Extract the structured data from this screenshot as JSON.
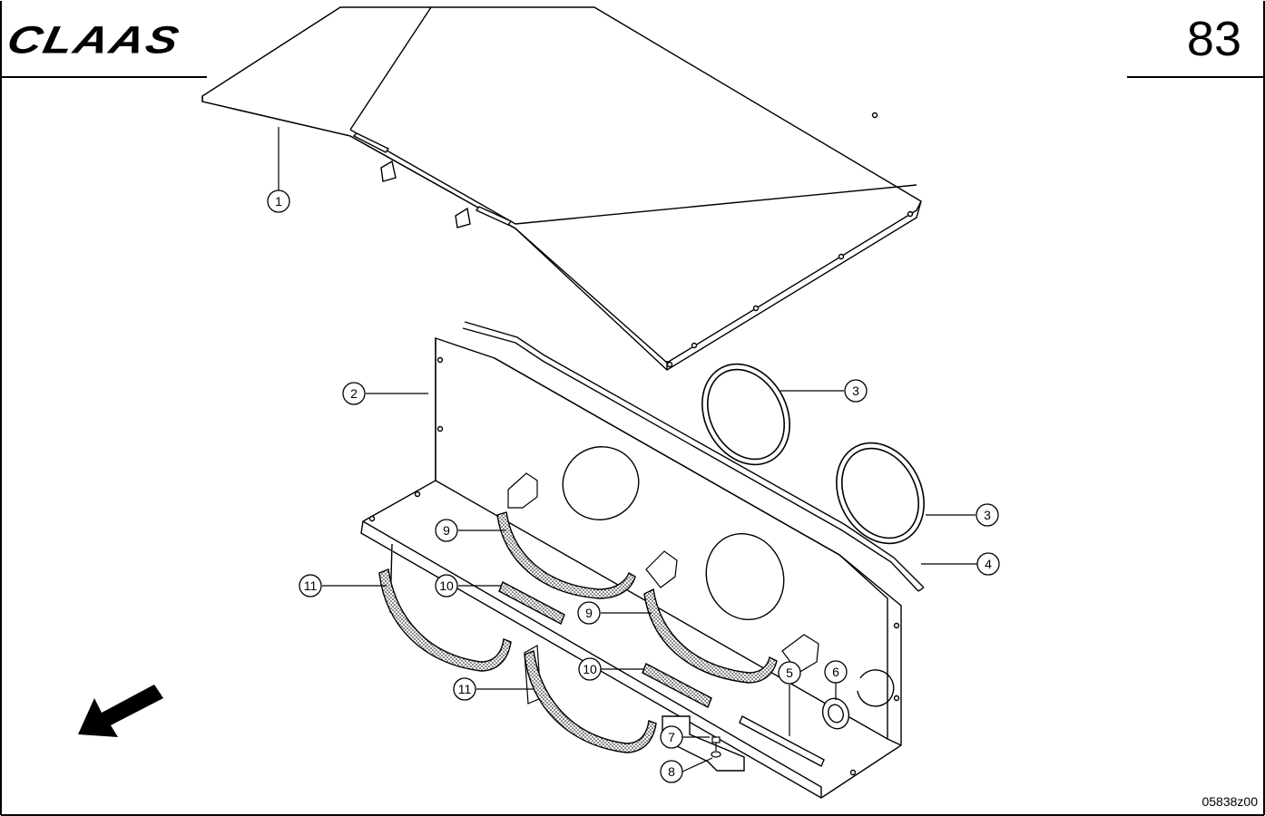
{
  "header": {
    "brand": "CLAAS",
    "page_number": "83"
  },
  "footer": {
    "drawing_code": "05838z00"
  },
  "callouts": {
    "c1": "1",
    "c2": "2",
    "c3a": "3",
    "c3b": "3",
    "c4": "4",
    "c5": "5",
    "c6": "6",
    "c7": "7",
    "c8": "8",
    "c9a": "9",
    "c9b": "9",
    "c10a": "10",
    "c10b": "10",
    "c11a": "11",
    "c11b": "11"
  },
  "icons": {
    "direction": "arrow-down-left-icon"
  }
}
